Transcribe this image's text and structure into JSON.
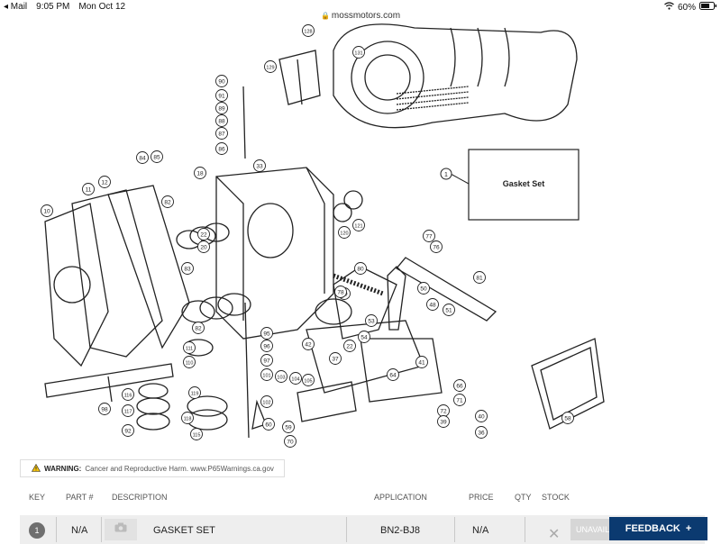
{
  "statusbar": {
    "back_app": "◂ Mail",
    "time": "9:05 PM",
    "date": "Mon Oct 12",
    "battery": "60%"
  },
  "browser": {
    "url": "mossmotors.com"
  },
  "diagram": {
    "legend_key": "1",
    "legend_text": "Gasket Set",
    "part_numbers": [
      "128",
      "129",
      "131",
      "90",
      "91",
      "89",
      "88",
      "87",
      "86",
      "84",
      "85",
      "18",
      "33",
      "11",
      "12",
      "10",
      "82",
      "22",
      "20",
      "83",
      "121",
      "120",
      "77",
      "76",
      "80",
      "81",
      "79",
      "78",
      "50",
      "48",
      "51",
      "53",
      "54",
      "42",
      "37",
      "22",
      "82",
      "95",
      "96",
      "97",
      "111",
      "110",
      "101",
      "103",
      "104",
      "105",
      "102",
      "119",
      "118",
      "115",
      "116",
      "117",
      "92",
      "98",
      "60",
      "59",
      "70",
      "41",
      "64",
      "66",
      "71",
      "72",
      "39",
      "40",
      "36",
      "58"
    ]
  },
  "warning": {
    "label": "WARNING:",
    "text": "Cancer and Reproductive Harm. www.P65Warnings.ca.gov"
  },
  "table": {
    "headers": {
      "key": "KEY",
      "part": "PART #",
      "description": "DESCRIPTION",
      "application": "APPLICATION",
      "price": "PRICE",
      "qty": "QTY",
      "stock": "STOCK"
    },
    "row": {
      "key": "1",
      "part": "N/A",
      "description": "GASKET SET",
      "application": "BN2-BJ8",
      "price": "N/A",
      "stock": "UNAVAILABLE"
    }
  },
  "feedback": {
    "label": "FEEDBACK",
    "plus": "+"
  },
  "colors": {
    "feedback_bg": "#0b3a70",
    "row_bg": "#eeeeee",
    "badge_bg": "#6f6f6f"
  }
}
